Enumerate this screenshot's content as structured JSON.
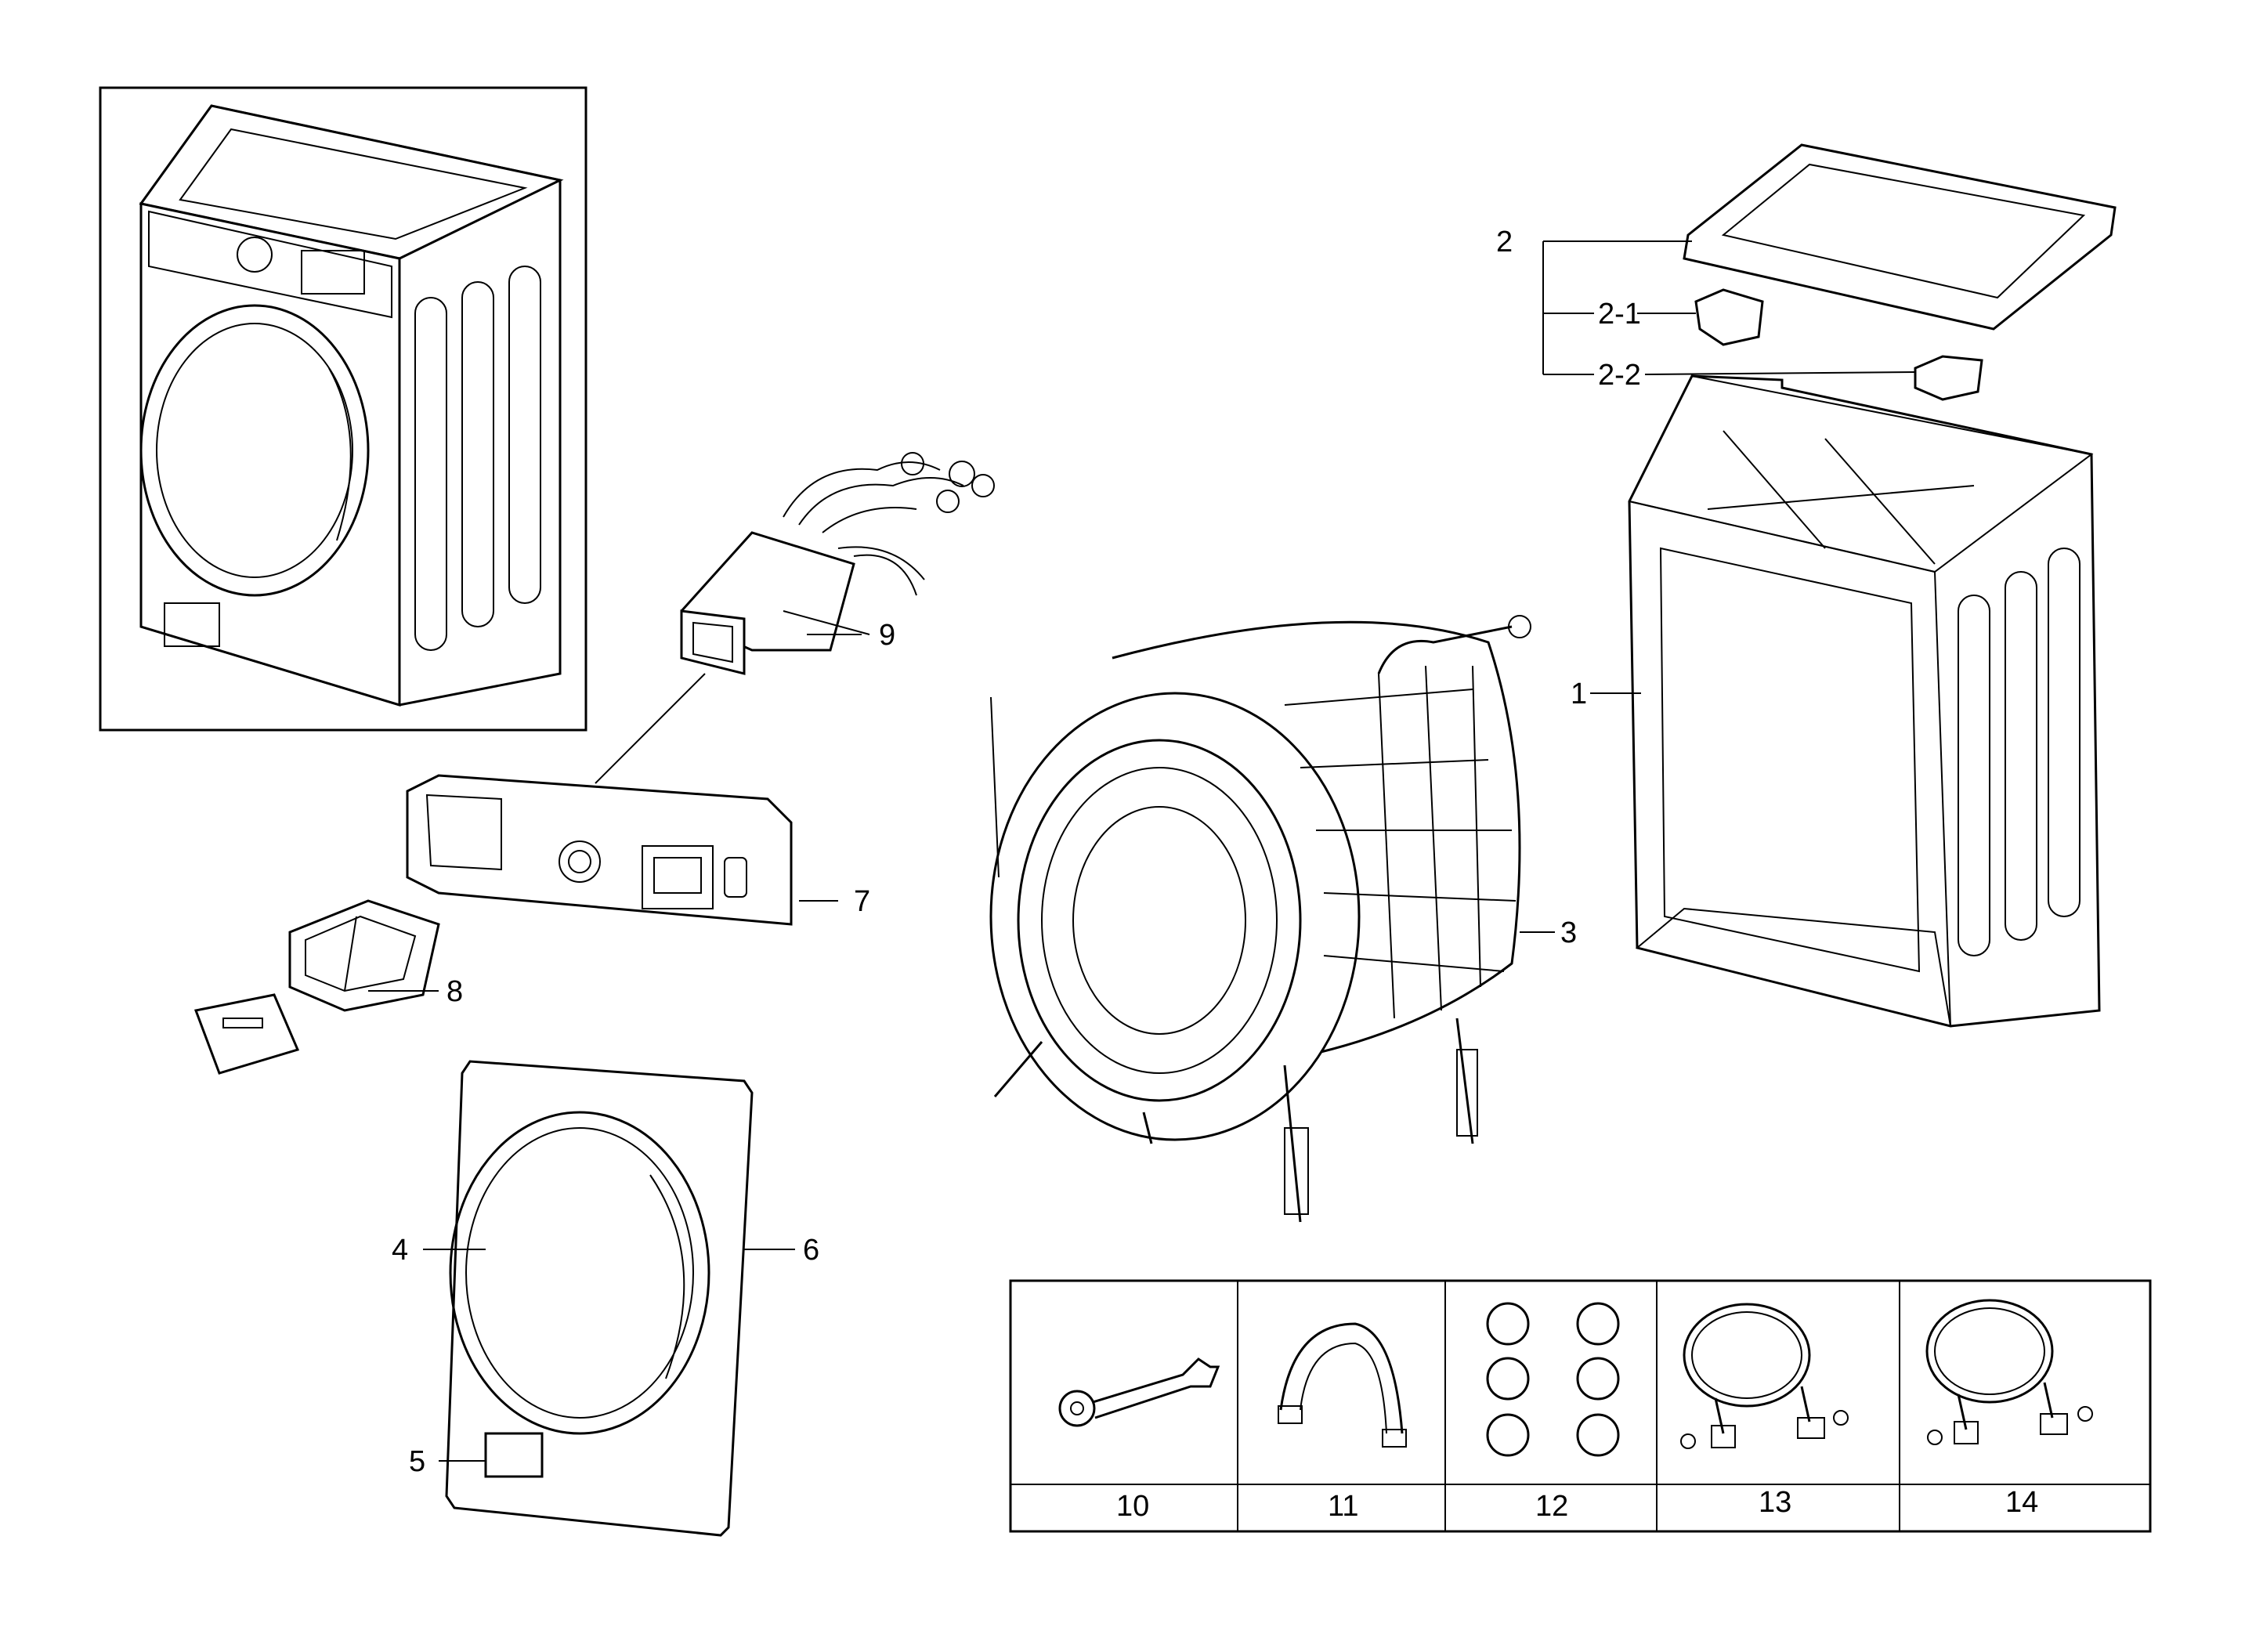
{
  "callouts": {
    "c1": "1",
    "c2": "2",
    "c2_1": "2-1",
    "c2_2": "2-2",
    "c3": "3",
    "c4": "4",
    "c5": "5",
    "c6": "6",
    "c7": "7",
    "c8": "8",
    "c9": "9"
  },
  "accessories": [
    {
      "label": "10",
      "icon": "wrench-icon"
    },
    {
      "label": "11",
      "icon": "hose-guide-icon"
    },
    {
      "label": "12",
      "icon": "hole-caps-icon"
    },
    {
      "label": "13",
      "icon": "inlet-hose-icon"
    },
    {
      "label": "14",
      "icon": "inlet-hose-icon"
    }
  ]
}
